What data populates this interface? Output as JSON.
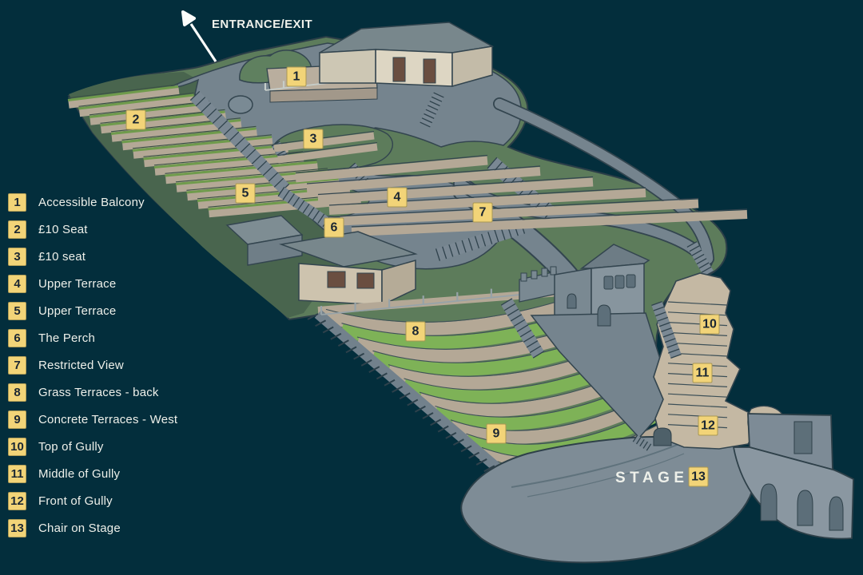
{
  "colors": {
    "background": "#032e3c",
    "marker_bg": "#f2d478",
    "marker_text": "#1b2733",
    "label_text": "#eef0ea",
    "grass_light": "#5d7c5b",
    "grass_dark": "#49654e",
    "terrace_tan": "#b4a896",
    "terrace_grass_green": "#7eb257",
    "path_gray": "#75848e",
    "stage_gray": "#7e8c96"
  },
  "entrance": {
    "label": "ENTRANCE/EXIT",
    "icon": "arrow-up-left-icon"
  },
  "stage": {
    "label": "STAGE"
  },
  "legend": {
    "items": [
      {
        "num": "1",
        "label": "Accessible Balcony"
      },
      {
        "num": "2",
        "label": "£10 Seat"
      },
      {
        "num": "3",
        "label": "£10 seat"
      },
      {
        "num": "4",
        "label": "Upper Terrace"
      },
      {
        "num": "5",
        "label": "Upper Terrace"
      },
      {
        "num": "6",
        "label": "The Perch"
      },
      {
        "num": "7",
        "label": "Restricted View"
      },
      {
        "num": "8",
        "label": "Grass Terraces - back"
      },
      {
        "num": "9",
        "label": "Concrete Terraces - West"
      },
      {
        "num": "10",
        "label": "Top of Gully"
      },
      {
        "num": "11",
        "label": "Middle of Gully"
      },
      {
        "num": "12",
        "label": "Front of Gully"
      },
      {
        "num": "13",
        "label": "Chair on Stage"
      }
    ]
  },
  "map_markers": [
    "1",
    "2",
    "3",
    "4",
    "5",
    "6",
    "7",
    "8",
    "9",
    "10",
    "11",
    "12",
    "13"
  ]
}
